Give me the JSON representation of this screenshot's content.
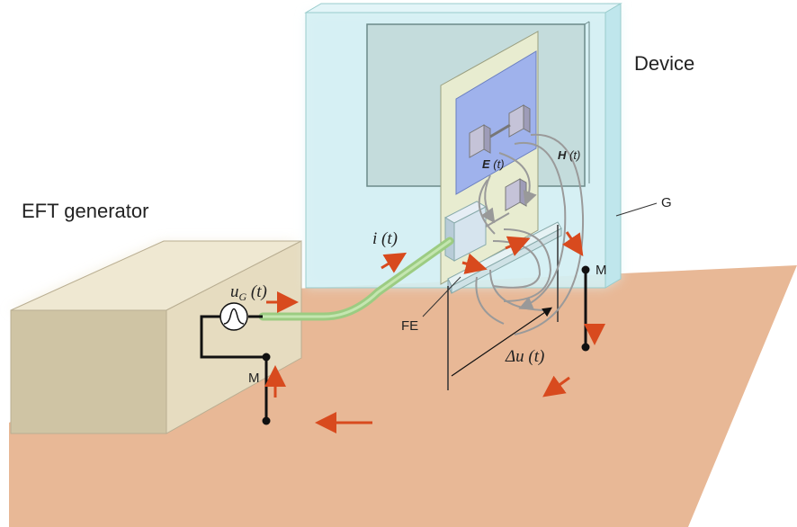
{
  "labels": {
    "device": "Device",
    "eft_generator": "EFT generator",
    "g": "G",
    "m_device": "M",
    "m_generator": "M",
    "fe": "FE",
    "current": "i (t)",
    "generator_voltage_sym": "u",
    "generator_voltage_sub": "G",
    "generator_voltage_arg": " (t)",
    "delta_u_sym": "Δu",
    "delta_u_arg": " (t)",
    "e_field_sym": "E",
    "e_field_arg": " (t)",
    "h_field_sym": "H",
    "h_field_arg": " (t)"
  },
  "colors": {
    "ground_plane": "#e8b896",
    "generator_front": "#cfc4a4",
    "generator_side": "#e6dcc0",
    "generator_top": "#efe8d2",
    "device_box": "#d2eef2",
    "pcb": "#e8ecd0",
    "chip_area": "#9fb2ec",
    "cable": "#a6d48a",
    "arrow": "#d84a1e"
  }
}
